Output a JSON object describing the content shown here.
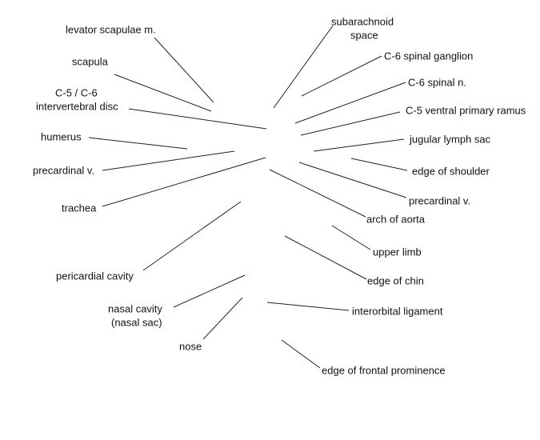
{
  "labels": {
    "levator": "levator scapulae m.",
    "scapula": "scapula",
    "disc_1": "C-5 / C-6",
    "disc_2": "intervertebral disc",
    "humerus": "humerus",
    "precardinal_left": "precardinal v.",
    "trachea": "trachea",
    "pericardial": "pericardial cavity",
    "nasal_1": "nasal cavity",
    "nasal_2": "(nasal sac)",
    "nose": "nose",
    "subarachnoid_1": "subarachnoid",
    "subarachnoid_2": "space",
    "ganglion": "C-6 spinal ganglion",
    "spinal_n": "C-6 spinal n.",
    "ventral": "C-5 ventral primary ramus",
    "jugular": "jugular lymph sac",
    "shoulder": "edge of shoulder",
    "precardinal_right": "precardinal v.",
    "aorta": "arch of aorta",
    "upper_limb": "upper limb",
    "chin": "edge of chin",
    "interorbital": "interorbital ligament",
    "frontal": "edge of frontal prominence"
  }
}
